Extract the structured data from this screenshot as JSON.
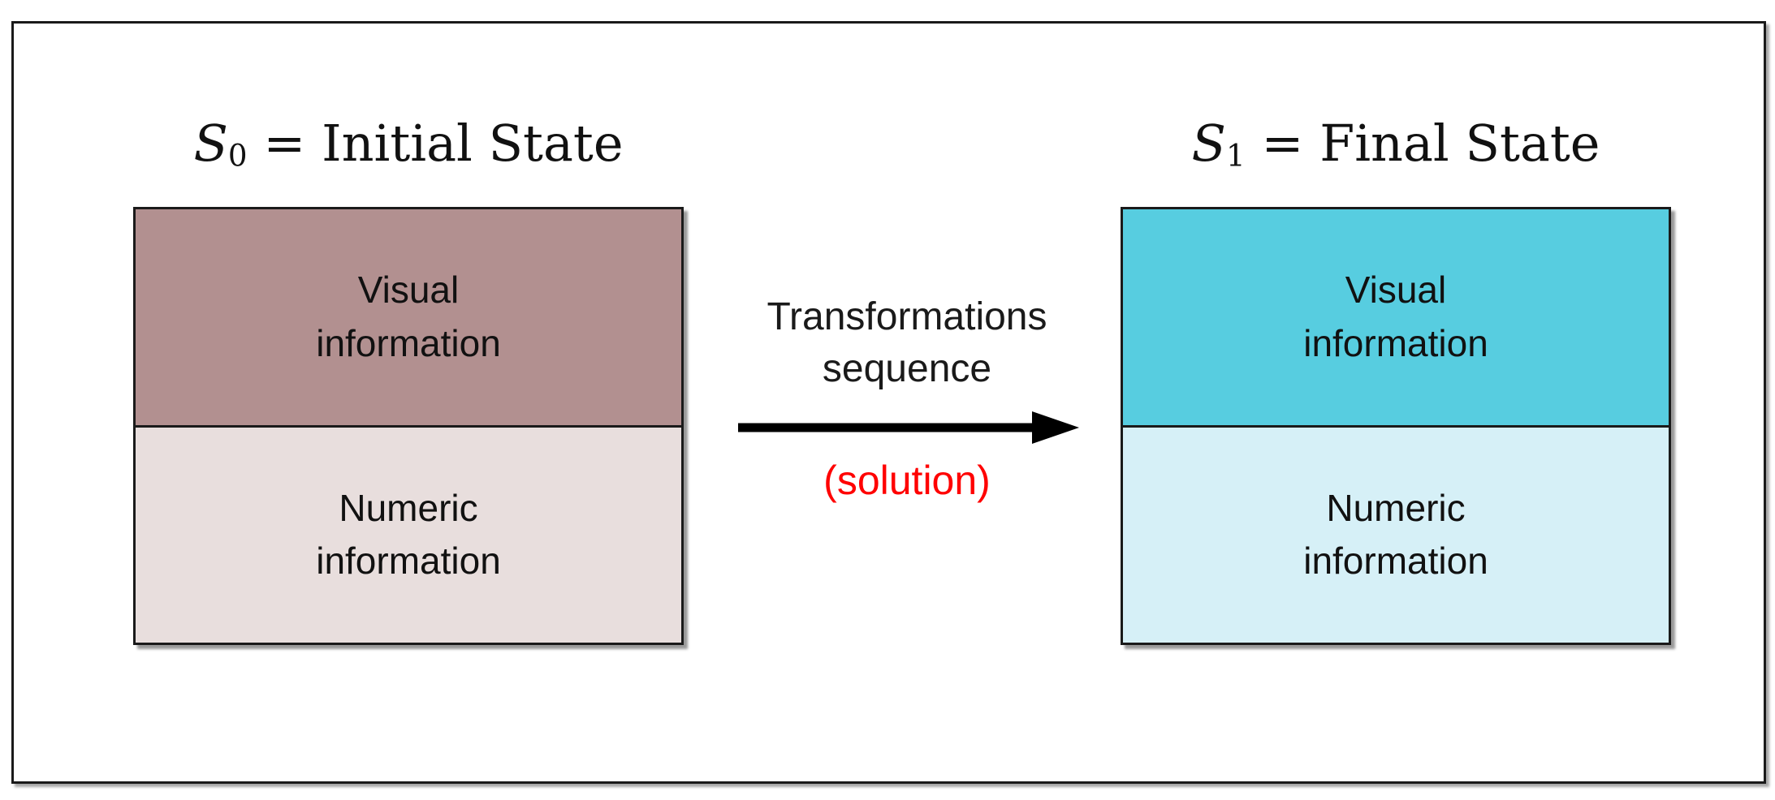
{
  "left": {
    "title": {
      "symbol": "S",
      "subscript": "0",
      "rest": "= Initial State"
    },
    "top_section": {
      "label": "Visual\ninformation",
      "color": "#b29090"
    },
    "bottom_section": {
      "label": "Numeric\ninformation",
      "color": "#e8dedd"
    }
  },
  "right": {
    "title": {
      "symbol": "S",
      "subscript": "1",
      "rest": "= Final State"
    },
    "top_section": {
      "label": "Visual\ninformation",
      "color": "#57cde0"
    },
    "bottom_section": {
      "label": "Numeric\ninformation",
      "color": "#d6f0f7"
    }
  },
  "middle": {
    "top_label": "Transformations\nsequence",
    "bottom_label": "(solution)"
  },
  "colors": {
    "solution": "#ff0000",
    "outline": "#1a1a1a",
    "arrow": "#000000"
  }
}
